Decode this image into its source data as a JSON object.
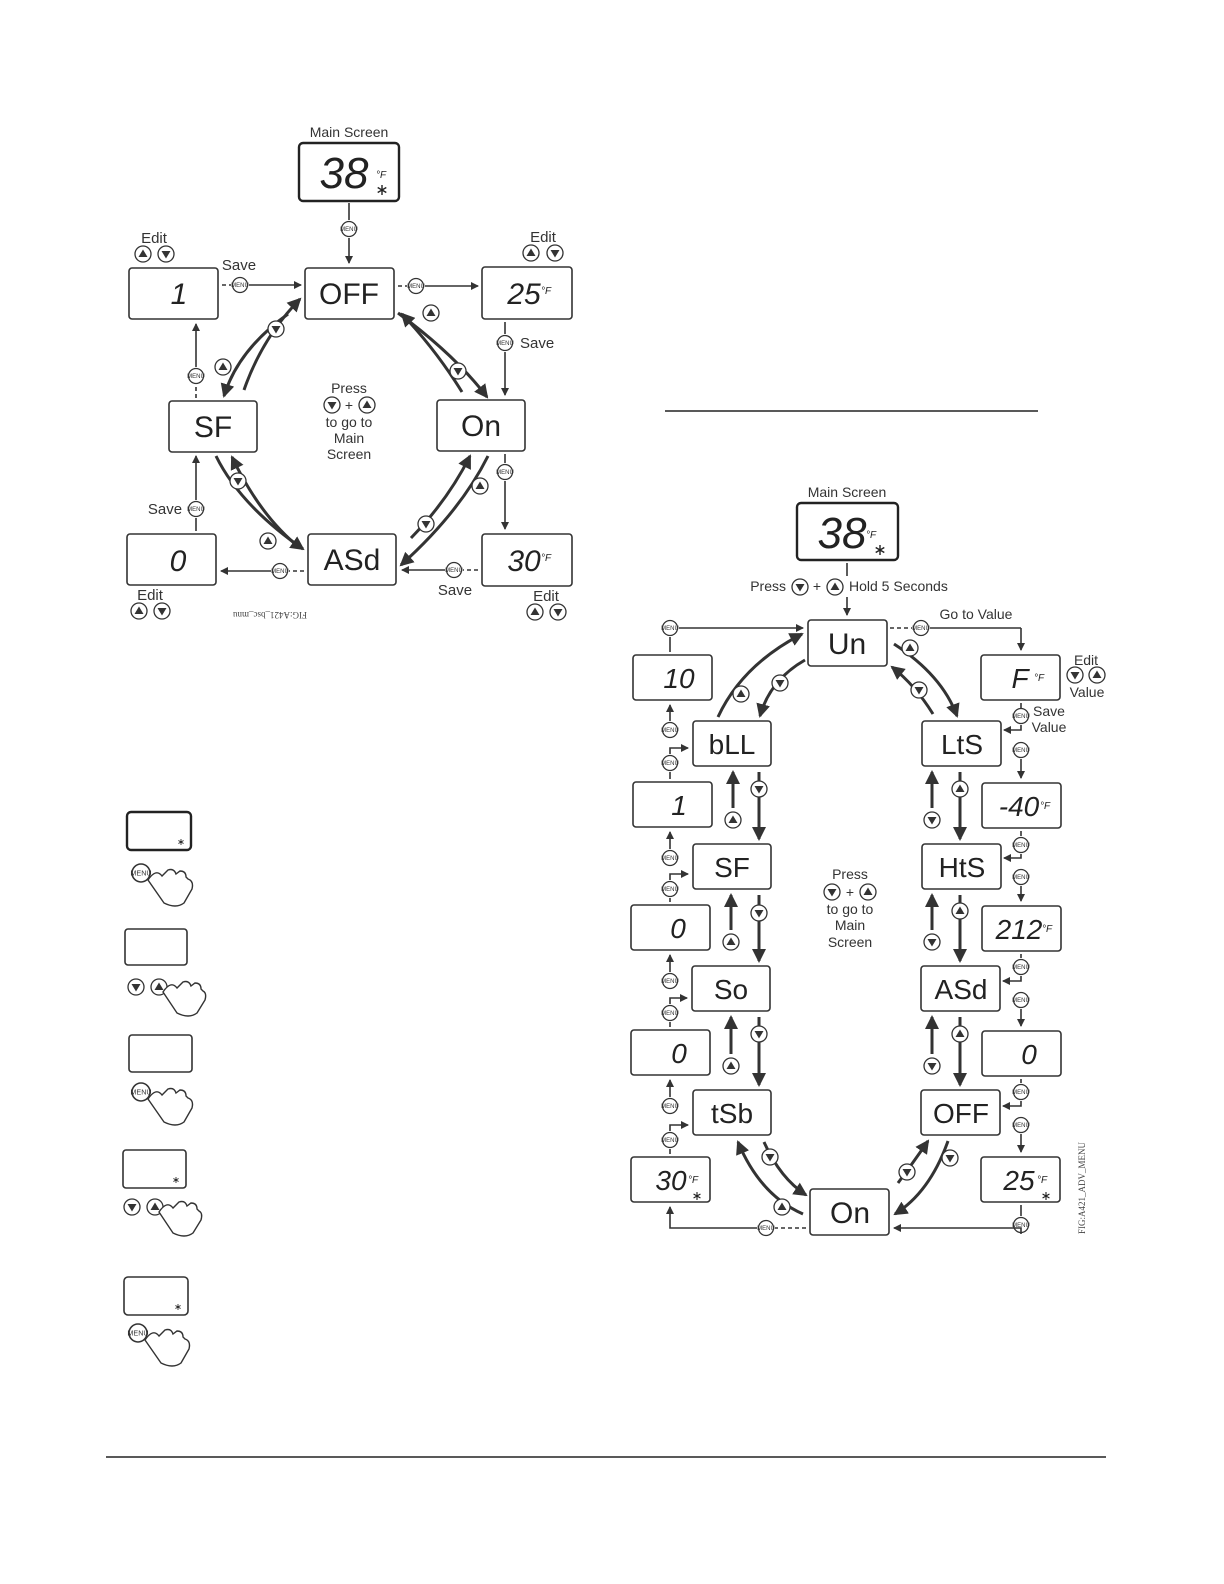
{
  "basic_menu": {
    "main_screen_label": "Main Screen",
    "main_value": "38",
    "unit": "°F",
    "snow_icon": "snowflake-icon",
    "nodes": {
      "off": "OFF",
      "on": "On",
      "asd": "ASd",
      "sf": "SF"
    },
    "values": {
      "off_val": "25",
      "on_val": "30",
      "asd_val": "0",
      "sf_val": "1"
    },
    "edit": "Edit",
    "save": "Save",
    "center": [
      "Press",
      "+",
      "to go to",
      "Main",
      "Screen"
    ],
    "fig_id": "FIG:A421_bsc_mnu",
    "menu_btn": "MENU"
  },
  "adv_menu": {
    "main_screen_label": "Main Screen",
    "main_value": "38",
    "unit": "°F",
    "press_hold": [
      "Press",
      "+",
      "Hold 5 Seconds"
    ],
    "go_to_value": "Go to Value",
    "edit_value": [
      "Edit",
      "Value"
    ],
    "save_value": [
      "Save",
      "Value"
    ],
    "left_nodes": [
      "bLL",
      "SF",
      "So",
      "tSb"
    ],
    "right_nodes": [
      "LtS",
      "HtS",
      "ASd",
      "OFF"
    ],
    "top_node": "Un",
    "bottom_node": "On",
    "left_values": [
      "10",
      "1",
      "0",
      "0",
      "30"
    ],
    "right_values": [
      "F",
      "-40",
      "212",
      "0",
      "25"
    ],
    "center": [
      "Press",
      "+",
      "to go to",
      "Main",
      "Screen"
    ],
    "fig_id": "FIG:A421_ADV_MENU"
  }
}
